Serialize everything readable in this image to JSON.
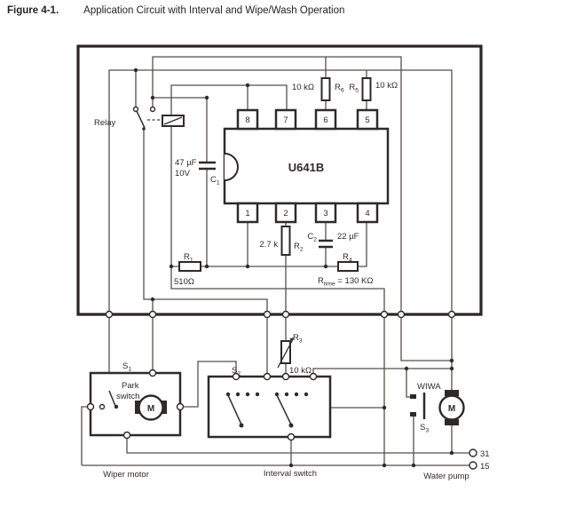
{
  "figure": {
    "label": "Figure 4-1.",
    "title": "Application Circuit with Interval and Wipe/Wash Operation"
  },
  "ic": {
    "name": "U641B",
    "pins_top": [
      "8",
      "7",
      "6",
      "5"
    ],
    "pins_bottom": [
      "1",
      "2",
      "3",
      "4"
    ]
  },
  "components": {
    "relay": {
      "label": "Relay"
    },
    "c1": {
      "base": "C",
      "sub": "1",
      "value": "47 µF",
      "voltage": "10V"
    },
    "c2": {
      "base": "C",
      "sub": "2",
      "value": "22 µF"
    },
    "r1": {
      "base": "R",
      "sub": "1",
      "value": "510Ω"
    },
    "r2": {
      "base": "R",
      "sub": "2",
      "value": "2.7 k"
    },
    "r3": {
      "base": "R",
      "sub": "3",
      "value": "10 kΩ"
    },
    "r4": {
      "base": "R",
      "sub": "4"
    },
    "rtime": {
      "base": "R",
      "sub": "time",
      "value": " = 130 KΩ"
    },
    "r5": {
      "base": "R",
      "sub": "5",
      "value": "10 kΩ"
    },
    "r6": {
      "base": "R",
      "sub": "6",
      "value": "10 kΩ"
    },
    "s1": {
      "base": "S",
      "sub": "1"
    },
    "s2": {
      "base": "S",
      "sub": "2"
    },
    "s3": {
      "base": "S",
      "sub": "3"
    },
    "park_switch": {
      "line1": "Park",
      "line2": "switch"
    },
    "wiwa": {
      "label": "WIWA"
    },
    "motor": {
      "label": "M"
    }
  },
  "terminals": {
    "t31": "31",
    "t15": "15"
  },
  "captions": {
    "wiper_motor": "Wiper motor",
    "interval_switch": "Interval switch",
    "water_pump": "Water pump"
  },
  "colors": {
    "wire": "#55504b",
    "component": "#2e2a29",
    "background": "#ffffff"
  }
}
